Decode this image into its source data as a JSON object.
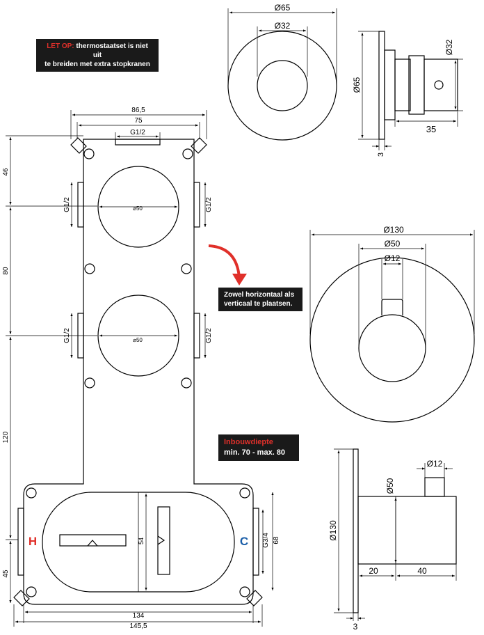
{
  "notes": {
    "letop_label": "LET OP:",
    "letop_text_1": "thermostaatset is niet uit",
    "letop_text_2": "te breiden met extra stopkranen",
    "zowel_1": "Zowel horizontaal als",
    "zowel_2": "verticaal te plaatsen.",
    "inbouw_title": "Inbouwdiepte",
    "inbouw_range": "min. 70 - max. 80"
  },
  "handle_small": {
    "d_outer": "Ø65",
    "d_inner": "Ø32",
    "side_d_stem": "Ø32",
    "side_d_plate": "Ø65",
    "side_length": "35",
    "side_plate": "3"
  },
  "rosette_large": {
    "d_outer": "Ø130",
    "d_mid": "Ø50",
    "d_stem": "Ø12",
    "side_d_plate": "Ø130",
    "side_d_body": "Ø50",
    "side_d_stem": "Ø12",
    "side_len_a": "20",
    "side_len_b": "40",
    "side_plate": "3"
  },
  "box": {
    "w_top_outer": "86,5",
    "w_top_inner": "75",
    "top_thread": "G1/2",
    "port_thread": "G1/2",
    "circle_d": "⌀50",
    "h_46": "46",
    "h_80": "80",
    "h_120": "120",
    "h_45": "45",
    "w_bottom_134": "134",
    "w_bottom_145": "145,5",
    "h_68": "68",
    "thread_g34": "G3/4",
    "inner_54": "54",
    "hot": "H",
    "cold": "C"
  },
  "colors": {
    "red": "#e0302a",
    "blue": "#1a5ea8",
    "note_bg": "#1a1a1a"
  }
}
